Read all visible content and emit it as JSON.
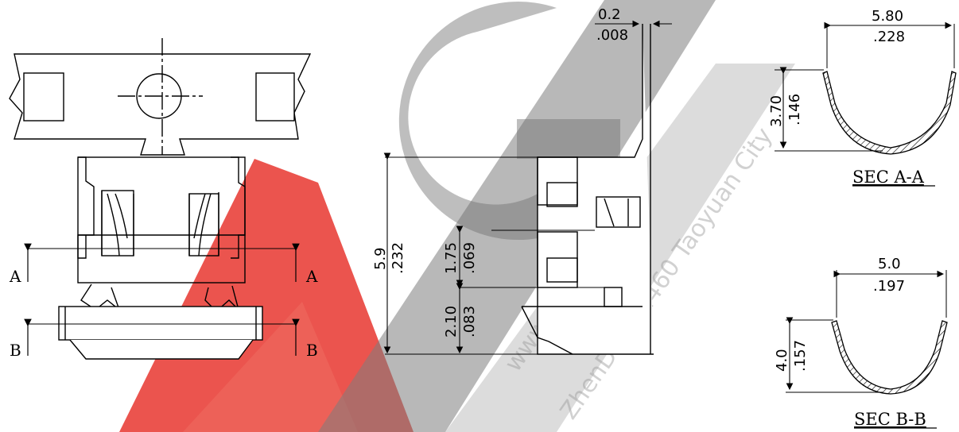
{
  "colors": {
    "line": "#000000",
    "watermark_gray": "#7d7d7d",
    "watermark_red": "#e8362f",
    "background": "#ffffff"
  },
  "watermark": {
    "text": "www.excocom.tw",
    "text2": "ZhenDisj 32460 Taoyuan City"
  },
  "front_view": {
    "section_a_left": "A",
    "section_a_right": "A",
    "section_b_left": "B",
    "section_b_right": "B"
  },
  "side_view": {
    "top_thickness_mm": "0.2",
    "top_thickness_in": ".008",
    "height_mm": "5.9",
    "height_in": ".232",
    "slot_mm": "1.75",
    "slot_in": ".069",
    "base_mm": "2.10",
    "base_in": ".083"
  },
  "section_aa": {
    "width_mm": "5.80",
    "width_in": ".228",
    "height_mm": "3.70",
    "height_in": ".146",
    "title": "SEC A-A"
  },
  "section_bb": {
    "width_mm": "5.0",
    "width_in": ".197",
    "height_mm": "4.0",
    "height_in": ".157",
    "title": "SEC B-B"
  }
}
